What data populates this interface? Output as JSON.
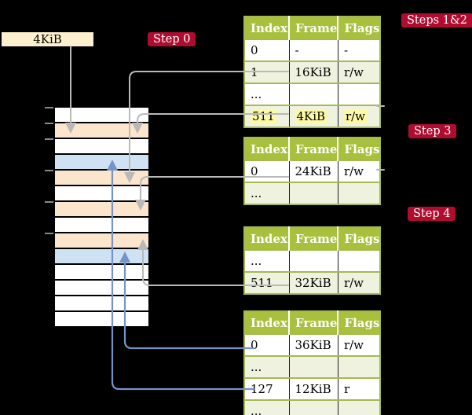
{
  "figure": {
    "description_hint": "page table translation diagram"
  },
  "colors": {
    "accent_red": "#b00c30",
    "header_green": "#a8c03c",
    "row_green": "#eef2df",
    "row_green_border": "#a4ba50",
    "highlight_yellow": "#fcf9a6",
    "frame_peach": "#fce5cd",
    "page_blue": "#cfe2f3",
    "register_cream": "#fcf0cd",
    "connector_gray": "#b9b9b9",
    "connector_blue": "#7693c7",
    "tick_gray": "#8a8a8a"
  },
  "register_box": {
    "label": "4KiB"
  },
  "steps": {
    "step0": "Step 0",
    "steps12": "Steps 1&2",
    "step3": "Step 3",
    "step4": "Step 4"
  },
  "memory": {
    "rows": [
      {
        "type": "free"
      },
      {
        "type": "table-frame"
      },
      {
        "type": "free"
      },
      {
        "type": "page-frame"
      },
      {
        "type": "table-frame"
      },
      {
        "type": "free"
      },
      {
        "type": "table-frame"
      },
      {
        "type": "free"
      },
      {
        "type": "table-frame"
      },
      {
        "type": "page-frame"
      },
      {
        "type": "free"
      },
      {
        "type": "free"
      },
      {
        "type": "free"
      },
      {
        "type": "free"
      }
    ]
  },
  "tables": [
    {
      "step": "Steps 1&2",
      "headers": [
        "Index",
        "Frame",
        "Flags"
      ],
      "rows": [
        {
          "cells": [
            "0",
            "-",
            "-"
          ],
          "shade": false,
          "highlight": false
        },
        {
          "cells": [
            "1",
            "16KiB",
            "r/w"
          ],
          "shade": true,
          "highlight": false
        },
        {
          "cells": [
            "...",
            "",
            ""
          ],
          "shade": false,
          "highlight": false
        },
        {
          "cells": [
            "511",
            "4KiB",
            "r/w"
          ],
          "shade": true,
          "highlight": true
        }
      ]
    },
    {
      "step": "Step 3",
      "headers": [
        "Index",
        "Frame",
        "Flags"
      ],
      "rows": [
        {
          "cells": [
            "0",
            "24KiB",
            "r/w"
          ],
          "shade": false,
          "highlight": false
        },
        {
          "cells": [
            "...",
            "",
            ""
          ],
          "shade": true,
          "highlight": false
        }
      ]
    },
    {
      "step": "Step 4",
      "headers": [
        "Index",
        "Frame",
        "Flags"
      ],
      "rows": [
        {
          "cells": [
            "...",
            "",
            ""
          ],
          "shade": false,
          "highlight": false
        },
        {
          "cells": [
            "511",
            "32KiB",
            "r/w"
          ],
          "shade": true,
          "highlight": false
        }
      ]
    },
    {
      "step": "",
      "headers": [
        "Index",
        "Frame",
        "Flags"
      ],
      "rows": [
        {
          "cells": [
            "0",
            "36KiB",
            "r/w"
          ],
          "shade": false,
          "highlight": false
        },
        {
          "cells": [
            "...",
            "",
            ""
          ],
          "shade": true,
          "highlight": false
        },
        {
          "cells": [
            "127",
            "12KiB",
            "r"
          ],
          "shade": false,
          "highlight": false
        },
        {
          "cells": [
            "...",
            "",
            ""
          ],
          "shade": true,
          "highlight": false
        }
      ]
    }
  ]
}
